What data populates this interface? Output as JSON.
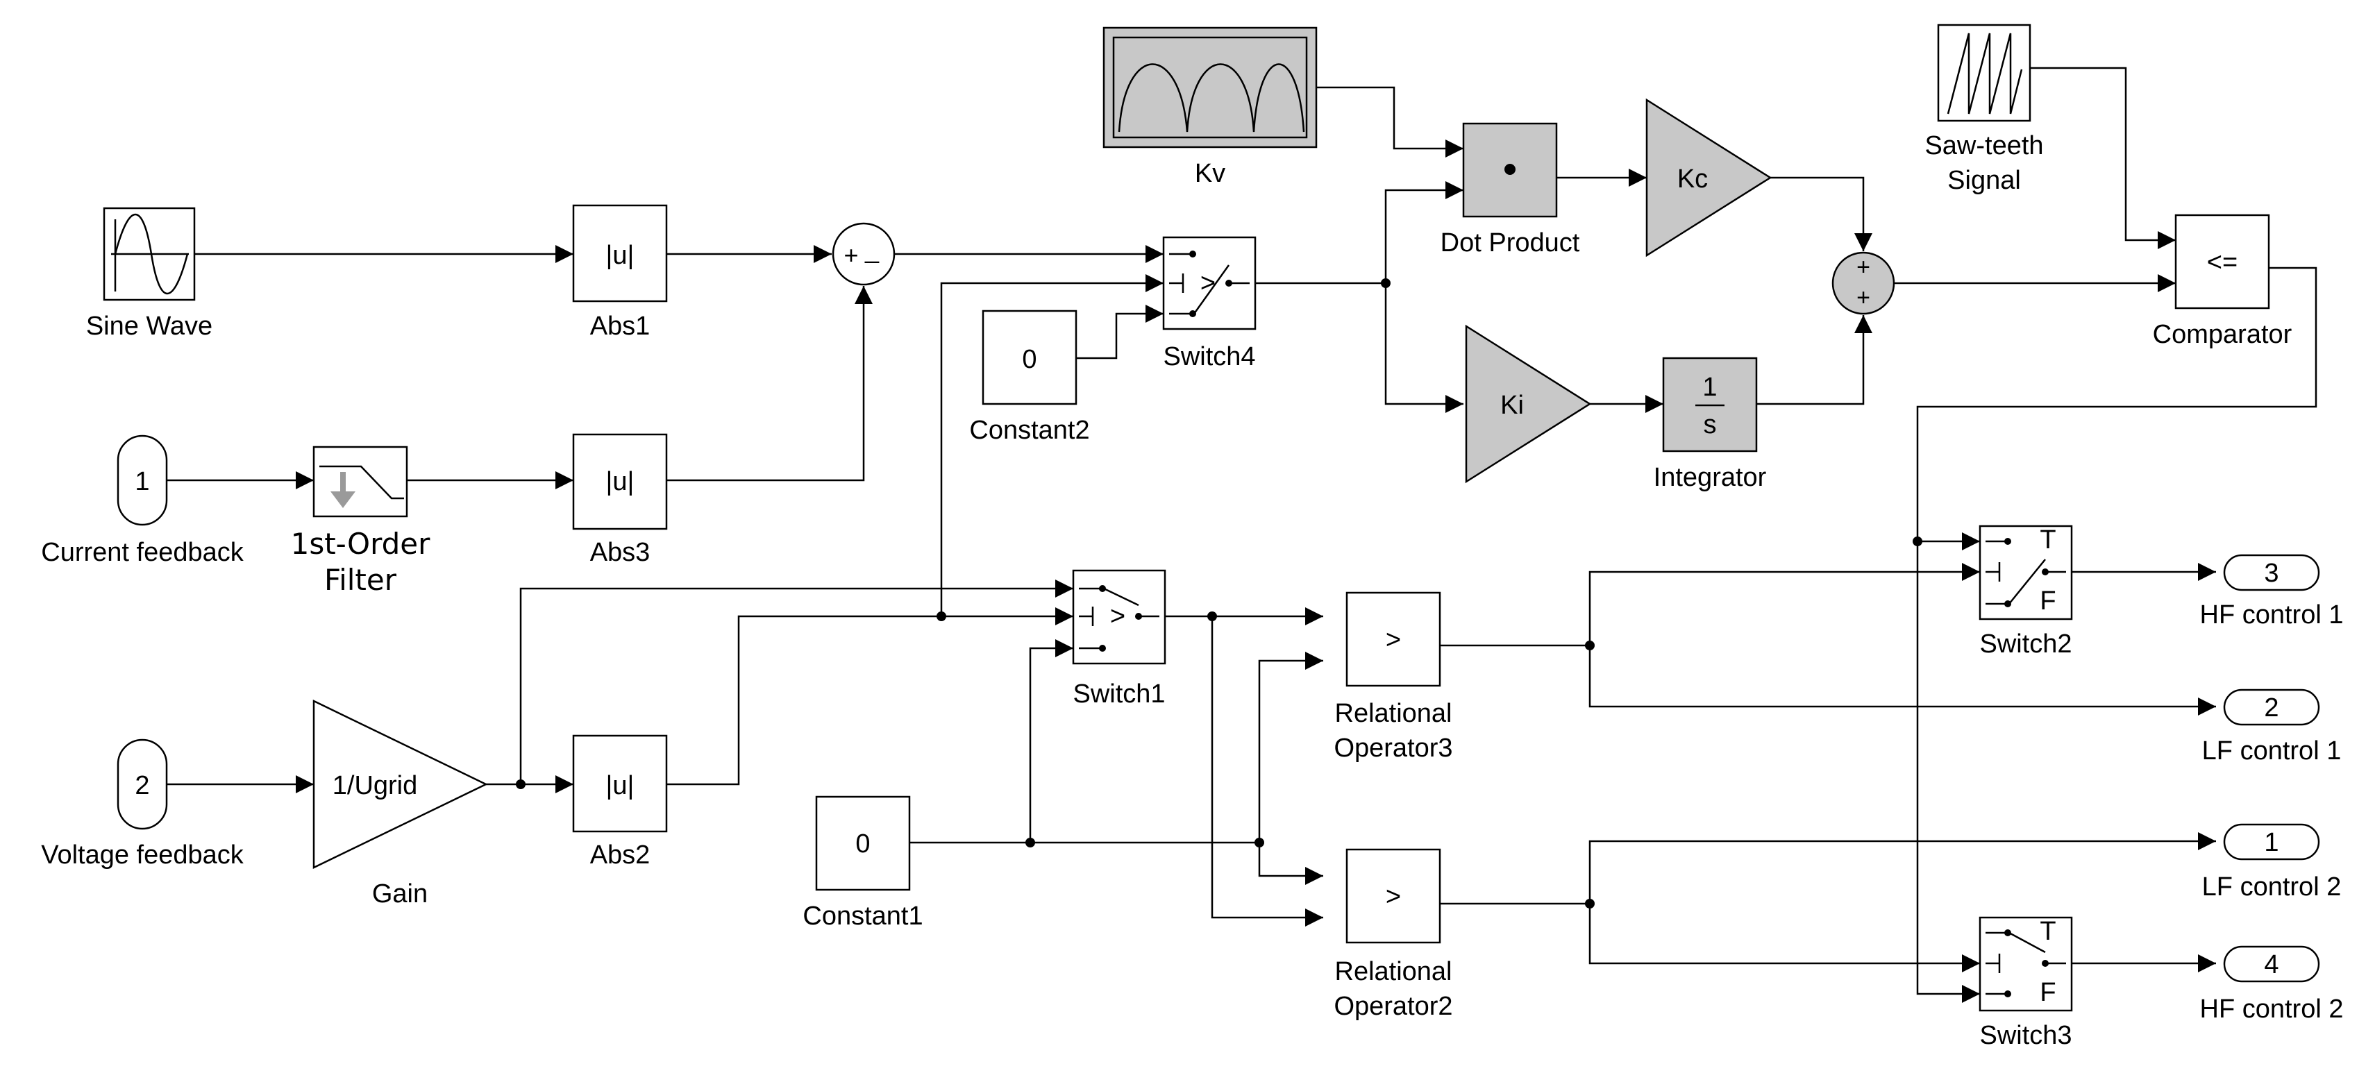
{
  "blocks": {
    "sine_wave": {
      "label": "Sine Wave"
    },
    "abs1": {
      "label": "Abs1",
      "text": "|u|"
    },
    "abs3": {
      "label": "Abs3",
      "text": "|u|"
    },
    "abs2": {
      "label": "Abs2",
      "text": "|u|"
    },
    "current_feedback": {
      "label": "Current feedback",
      "port": "1"
    },
    "voltage_feedback": {
      "label": "Voltage feedback",
      "port": "2"
    },
    "filter": {
      "label_line1": "1st-Order",
      "label_line2": "Filter"
    },
    "gain": {
      "label": "Gain",
      "text": "1/Ugrid"
    },
    "sum1": {
      "plus": "+",
      "minus": "_"
    },
    "switch4": {
      "label": "Switch4",
      "text": ">"
    },
    "switch1": {
      "label": "Switch1",
      "text": ">"
    },
    "constant2": {
      "label": "Constant2",
      "value": "0"
    },
    "constant1": {
      "label": "Constant1",
      "value": "0"
    },
    "kv": {
      "label": "Kv"
    },
    "dot_product": {
      "label": "Dot Product",
      "text": "•"
    },
    "kc": {
      "label": "",
      "text": "Kc"
    },
    "ki": {
      "label": "",
      "text": "Ki"
    },
    "integrator": {
      "label": "Integrator",
      "num": "1",
      "den": "s"
    },
    "sum2": {
      "plus_top": "+",
      "plus_bottom": "+"
    },
    "sawteeth": {
      "label_line1": "Saw-teeth",
      "label_line2": "Signal"
    },
    "comparator": {
      "label": "Comparator",
      "text": "<="
    },
    "rel_op3": {
      "label_line1": "Relational",
      "label_line2": "Operator3",
      "text": ">"
    },
    "rel_op2": {
      "label_line1": "Relational",
      "label_line2": "Operator2",
      "text": ">"
    },
    "switch2": {
      "label": "Switch2",
      "t": "T",
      "f": "F"
    },
    "switch3": {
      "label": "Switch3",
      "t": "T",
      "f": "F"
    }
  },
  "outports": [
    {
      "num": "3",
      "label": "HF control 1"
    },
    {
      "num": "2",
      "label": "LF control 1"
    },
    {
      "num": "1",
      "label": "LF control 2"
    },
    {
      "num": "4",
      "label": "HF control 2"
    }
  ],
  "colors": {
    "block_fill": "#ffffff",
    "gain_fill": "#c8c8c8",
    "line": "#000000"
  }
}
